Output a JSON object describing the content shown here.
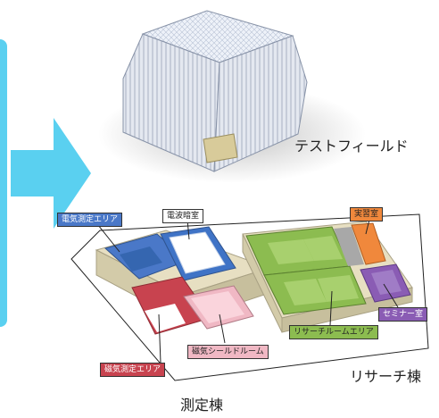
{
  "colors": {
    "panel": "#5ad0f0",
    "arrow": "#5ad0f0",
    "electric": "#4a78c8",
    "magnetic": "#c8434f",
    "shield_room": "#f0b8c4",
    "research": "#8cbc50",
    "practice": "#f0883c",
    "seminar": "#8a5cb4",
    "wall": "#e7dfc2"
  },
  "labels": {
    "test_field": "テストフィールド",
    "electric_area": "電気測定エリア",
    "anechoic_room": "電波暗室",
    "practice_room": "実習室",
    "seminar_room": "セミナー室",
    "research_room_area": "リサーチルームエリア",
    "magnetic_shield_room": "磁気シールドルーム",
    "magnetic_area": "磁気測定エリア",
    "research_building": "リサーチ棟",
    "measurement_building": "測定棟"
  }
}
